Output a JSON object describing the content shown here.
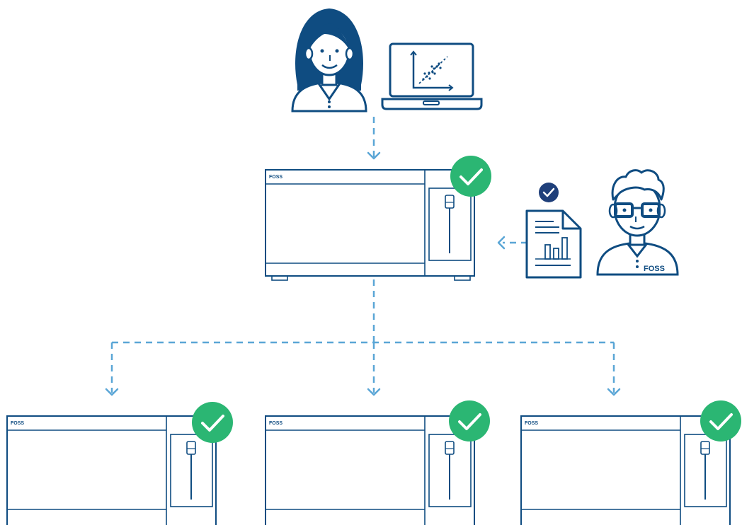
{
  "colors": {
    "primary": "#0f4c81",
    "connector": "#5aa6d6",
    "success": "#2bb673",
    "badge": "#1f3f7a",
    "white": "#ffffff"
  },
  "instruments": {
    "master": {
      "brand": "FOSS",
      "status": "verified"
    },
    "slaves": [
      {
        "brand": "FOSS",
        "status": "verified"
      },
      {
        "brand": "FOSS",
        "status": "verified"
      },
      {
        "brand": "FOSS",
        "status": "verified"
      }
    ]
  },
  "engineer": {
    "shirt_brand": "FOSS"
  },
  "icons": {
    "woman": "female-user-icon",
    "laptop": "laptop-scatter-chart-icon",
    "document": "report-document-icon",
    "engineer": "male-engineer-icon",
    "check": "check-circle-icon"
  }
}
